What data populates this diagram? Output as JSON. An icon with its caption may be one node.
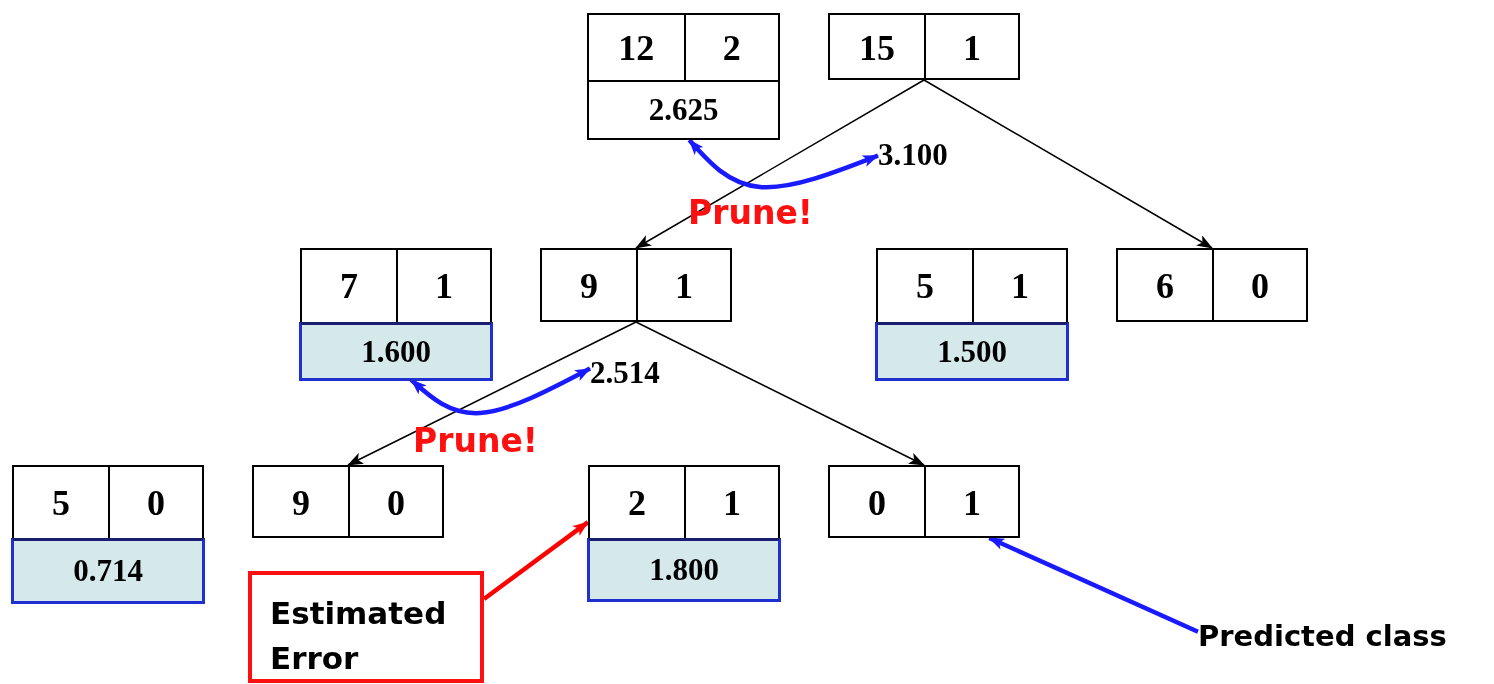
{
  "diagram": {
    "nodes": [
      {
        "text": [
          "12",
          "2",
          "2.625"
        ]
      },
      {
        "text": [
          "15",
          "1"
        ]
      },
      {
        "text": [
          "3.100"
        ]
      },
      {
        "text": [
          "7",
          "1",
          "1.600"
        ]
      },
      {
        "text": [
          "9",
          "1"
        ]
      },
      {
        "text": [
          "2.514"
        ]
      },
      {
        "text": [
          "5",
          "1",
          "1.500"
        ]
      },
      {
        "text": [
          "6",
          "0"
        ]
      },
      {
        "text": [
          "5",
          "0",
          "0.714"
        ]
      },
      {
        "text": [
          "9",
          "0"
        ]
      },
      {
        "text": [
          "2",
          "1",
          "1.800"
        ]
      },
      {
        "text": [
          "0",
          "1"
        ]
      },
      {
        "text": [
          "Estimated Error"
        ]
      },
      {
        "text": [
          "Predicted class"
        ]
      }
    ],
    "edges": [
      {
        "from": 1,
        "to": 4,
        "arrow": "to"
      },
      {
        "from": 1,
        "to": 7,
        "arrow": "to"
      },
      {
        "from": 4,
        "to": 9,
        "arrow": "to"
      },
      {
        "from": 4,
        "to": 11,
        "arrow": "to"
      },
      {
        "from": 0,
        "to": 2,
        "arrow": "both",
        "style": "thick",
        "color": "#1a1aff"
      },
      {
        "from": 3,
        "to": 5,
        "arrow": "both",
        "style": "thick",
        "color": "#1a1aff"
      },
      {
        "from": 12,
        "to": 10,
        "arrow": "to",
        "style": "thick",
        "color": "#ff0000"
      },
      {
        "from": 13,
        "to": 11,
        "arrow": "to",
        "style": "thick",
        "color": "#1a1aff"
      }
    ],
    "labels": [
      "Prune!",
      "Prune!"
    ]
  }
}
